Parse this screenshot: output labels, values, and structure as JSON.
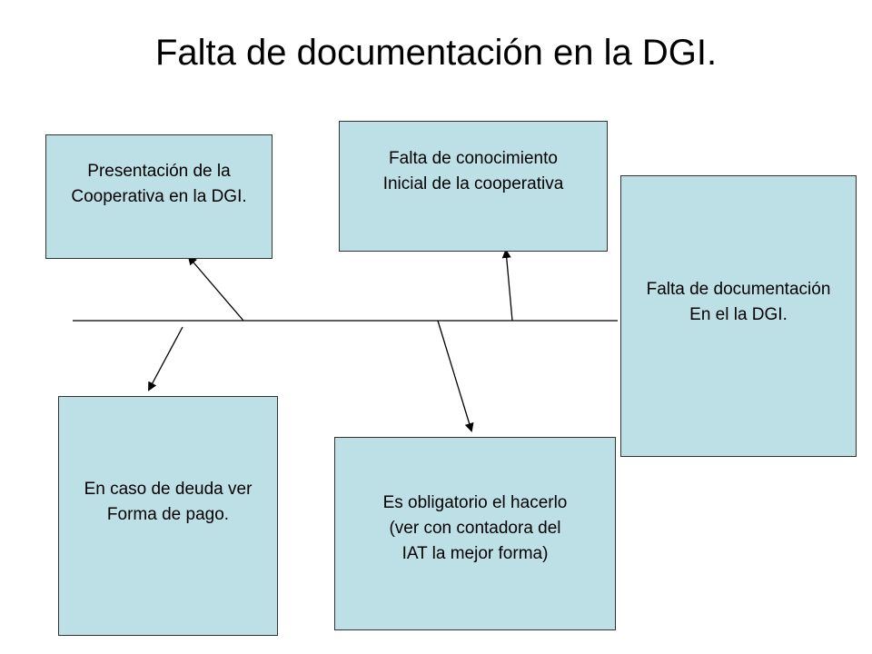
{
  "title": "Falta de documentación en la DGI.",
  "boxes": {
    "presentacion": [
      "Presentación de la",
      "Cooperativa en la DGI."
    ],
    "conocimiento": [
      "Falta de conocimiento",
      "Inicial de la cooperativa"
    ],
    "efecto": [
      "Falta de documentación",
      "En el la DGI."
    ],
    "deuda": [
      "En caso de deuda ver",
      "Forma de pago."
    ],
    "obligatorio": [
      "Es obligatorio el hacerlo",
      "(ver con contadora del",
      "IAT la mejor forma)"
    ]
  },
  "colors": {
    "box_fill": "#bde0e6",
    "line": "#000000"
  }
}
